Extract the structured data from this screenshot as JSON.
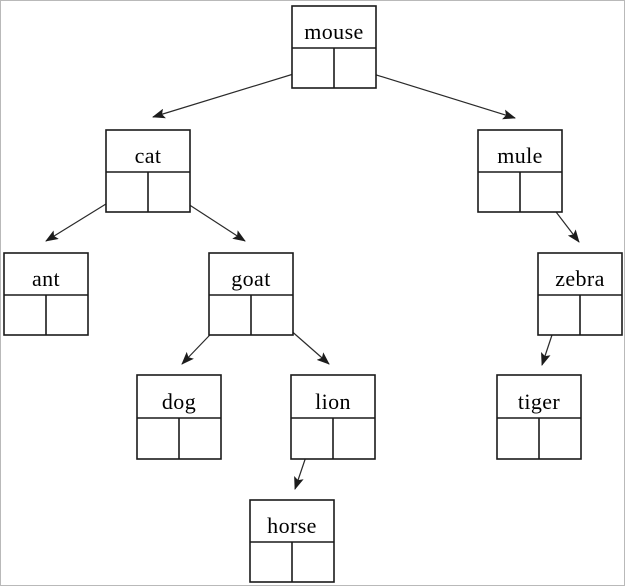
{
  "diagram": {
    "kind": "binary-tree-of-linked-nodes",
    "node_cell_note": "each node box has a label section above two empty pointer cells"
  },
  "colors": {
    "background": "#ffffff",
    "page_border": "#b9b9b9",
    "node_border": "#1a1a1a",
    "arrow": "#2a2a2a",
    "text": "#000000"
  },
  "tree": {
    "root": "mouse",
    "nodes": {
      "mouse": {
        "label": "mouse",
        "left": "cat",
        "right": "mule"
      },
      "cat": {
        "label": "cat",
        "left": "ant",
        "right": "goat"
      },
      "mule": {
        "label": "mule",
        "left": null,
        "right": "zebra"
      },
      "ant": {
        "label": "ant",
        "left": null,
        "right": null
      },
      "goat": {
        "label": "goat",
        "left": "dog",
        "right": "lion"
      },
      "zebra": {
        "label": "zebra",
        "left": "tiger",
        "right": null
      },
      "dog": {
        "label": "dog",
        "left": null,
        "right": null
      },
      "lion": {
        "label": "lion",
        "left": "horse",
        "right": null
      },
      "tiger": {
        "label": "tiger",
        "left": null,
        "right": null
      },
      "horse": {
        "label": "horse",
        "left": null,
        "right": null
      }
    },
    "edges": [
      {
        "from": "mouse",
        "pointer": "left",
        "to": "cat"
      },
      {
        "from": "mouse",
        "pointer": "right",
        "to": "mule"
      },
      {
        "from": "cat",
        "pointer": "left",
        "to": "ant"
      },
      {
        "from": "cat",
        "pointer": "right",
        "to": "goat"
      },
      {
        "from": "mule",
        "pointer": "right",
        "to": "zebra"
      },
      {
        "from": "goat",
        "pointer": "left",
        "to": "dog"
      },
      {
        "from": "goat",
        "pointer": "right",
        "to": "lion"
      },
      {
        "from": "zebra",
        "pointer": "left",
        "to": "tiger"
      },
      {
        "from": "lion",
        "pointer": "left",
        "to": "horse"
      }
    ]
  }
}
